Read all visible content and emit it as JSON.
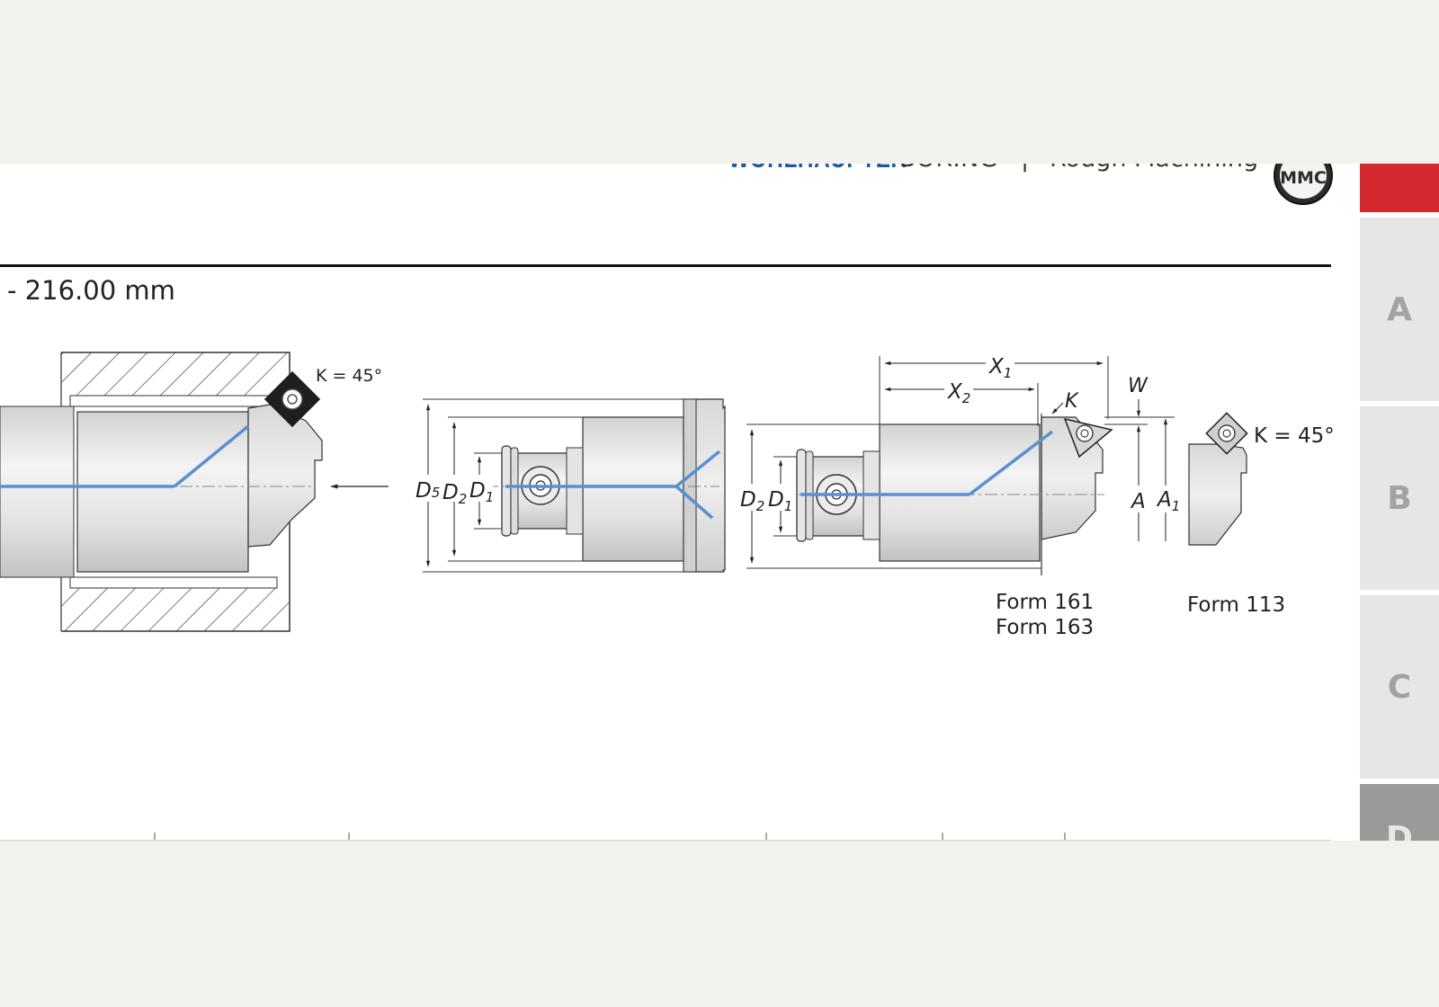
{
  "header": {
    "brand": "WOHLHAUPTER",
    "section": "BORING",
    "separator": "|",
    "subsection": "Rough Machining",
    "logo_text": "MMC"
  },
  "range_text": "- 216.00 mm",
  "drawings": {
    "fig1": {
      "angle_label": "K = 45°"
    },
    "fig2": {
      "d5": "D",
      "d5_sub": "5",
      "d2": "D",
      "d2_sub": "2",
      "d1": "D",
      "d1_sub": "1"
    },
    "fig3": {
      "x1": "X",
      "x1_sub": "1",
      "x2": "X",
      "x2_sub": "2",
      "k": "K",
      "w": "W",
      "d2": "D",
      "d2_sub": "2",
      "d1": "D",
      "d1_sub": "1",
      "a": "A",
      "a1": "A",
      "a1_sub": "1",
      "form_161": "Form 161",
      "form_163": "Form 163"
    },
    "fig4": {
      "angle_label": "K = 45°",
      "form_113": "Form 113"
    }
  },
  "tabs": [
    {
      "label": "A"
    },
    {
      "label": "B"
    },
    {
      "label": "C"
    },
    {
      "label": "D"
    }
  ],
  "colors": {
    "accent": "#d4272e",
    "brand": "#1d5aa6",
    "axis": "#5b8fd0"
  }
}
